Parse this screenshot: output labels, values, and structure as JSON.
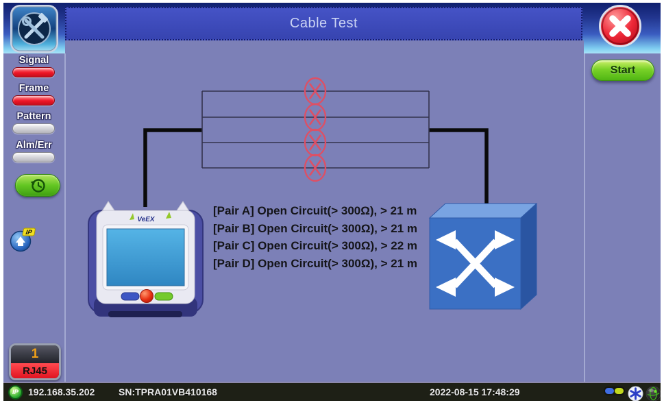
{
  "header": {
    "title": "Cable Test",
    "start_button": "Start"
  },
  "sidebar": {
    "leds": [
      {
        "label": "Signal",
        "state": "on"
      },
      {
        "label": "Frame",
        "state": "on"
      },
      {
        "label": "Pattern",
        "state": "off"
      },
      {
        "label": "Alm/Err",
        "state": "off"
      }
    ],
    "port": {
      "number": "1",
      "type": "RJ45"
    }
  },
  "diagram": {
    "tester_brand": "VeEX",
    "results": [
      "[Pair A] Open Circuit(> 300Ω), > 21 m",
      "[Pair B] Open Circuit(> 300Ω), > 21 m",
      "[Pair C] Open Circuit(> 300Ω), > 22 m",
      "[Pair D] Open Circuit(> 300Ω), > 21 m"
    ]
  },
  "status_bar": {
    "ip_label": "IP",
    "ip_address": "192.168.35.202",
    "serial": "SN:TPRA01VB410168",
    "datetime": "2022-08-15 17:48:29"
  },
  "colors": {
    "background_purple": "#7c80b7",
    "title_blue": "#3a4ab8",
    "led_on_red": "#e8192c",
    "action_green": "#6cc829",
    "fault_marker_red": "#dd5065",
    "status_bar_dark": "#1e2016"
  }
}
